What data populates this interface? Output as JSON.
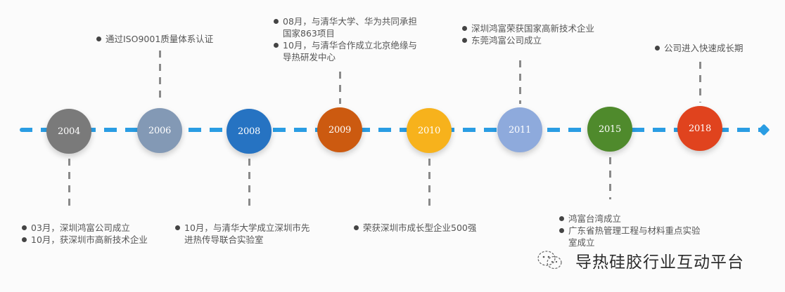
{
  "diagram": {
    "type": "timeline",
    "axis_color": "#2a9de3",
    "connector_color": "#8a8a8a",
    "milestones": [
      {
        "year": "2004",
        "color": "#7a7a7a",
        "position": "below",
        "notes": [
          "03月，深圳鸿富公司成立",
          "10月，获深圳市高新技术企业"
        ]
      },
      {
        "year": "2006",
        "color": "#8399b5",
        "position": "above",
        "notes": [
          "通过ISO9001质量体系认证"
        ]
      },
      {
        "year": "2008",
        "color": "#2673c2",
        "position": "below",
        "notes": [
          "10月，与清华大学成立深圳市先进热传导联合实验室"
        ]
      },
      {
        "year": "2009",
        "color": "#cc5a10",
        "position": "above",
        "notes": [
          "08月，与清华大学、华为共同承担国家863项目",
          "10月，与清华合作成立北京绝缘与导热研发中心"
        ]
      },
      {
        "year": "2010",
        "color": "#f7b21c",
        "position": "below",
        "notes": [
          "荣获深圳市成长型企业500强"
        ]
      },
      {
        "year": "2011",
        "color": "#8eaadc",
        "position": "above",
        "notes": [
          "深圳鸿富荣获国家高新技术企业",
          "东莞鸿富公司成立"
        ]
      },
      {
        "year": "2015",
        "color": "#4f8a2c",
        "position": "below",
        "notes": [
          "鸿富台湾成立",
          "广东省热管理工程与材料重点实验室成立"
        ]
      },
      {
        "year": "2018",
        "color": "#e0431e",
        "position": "above",
        "notes": [
          "公司进入快速成长期"
        ]
      }
    ]
  },
  "watermark": {
    "icon": "wechat-icon",
    "text": "导热硅胶行业互动平台"
  }
}
